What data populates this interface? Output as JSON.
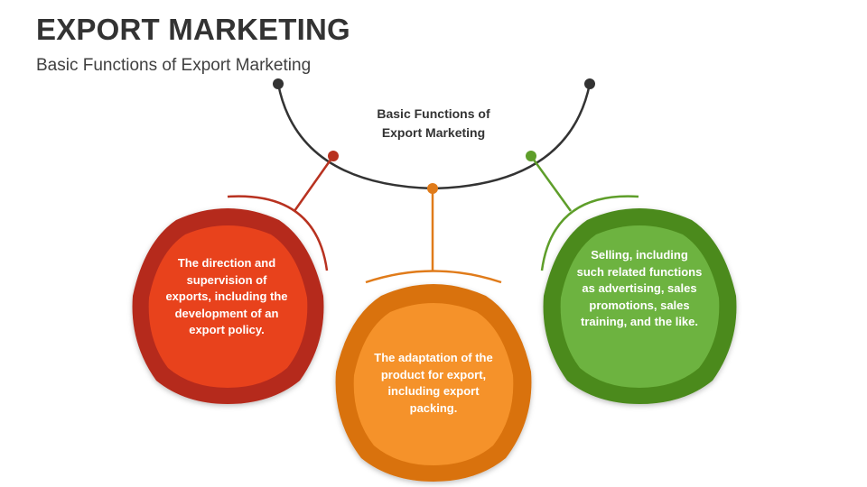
{
  "header": {
    "title": "EXPORT MARKETING",
    "subtitle": "Basic Functions of Export Marketing"
  },
  "center": {
    "label_line1": "Basic Functions of",
    "label_line2": "Export Marketing"
  },
  "cards": [
    {
      "id": "red",
      "text": "The direction and supervision of exports, including the development of an export policy.",
      "color_outer": "#B52A1B",
      "color_inner": "#E8421F"
    },
    {
      "id": "orange",
      "text": "The adaptation of the product for export, including export packing.",
      "color_outer": "#D9720D",
      "color_inner": "#F5922A"
    },
    {
      "id": "green",
      "text": "Selling, including such related functions as advertising, sales promotions, sales training, and the like.",
      "color_outer": "#4C8A1D",
      "color_inner": "#6DB33F"
    }
  ],
  "colors": {
    "arc": "#333333",
    "red": "#B83220",
    "orange": "#E07B1A",
    "green": "#5E9E2A"
  }
}
